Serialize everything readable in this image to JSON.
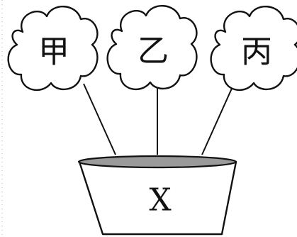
{
  "flowers": [
    {
      "label": "甲"
    },
    {
      "label": "乙"
    },
    {
      "label": "丙"
    }
  ],
  "pot": {
    "label": "X"
  }
}
